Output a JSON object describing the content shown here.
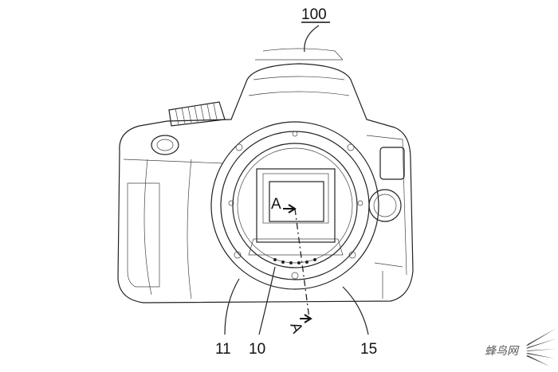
{
  "figure": {
    "reference_numeral": "100",
    "labels": [
      "11",
      "10",
      "15"
    ],
    "section_marks": [
      "A",
      "A"
    ],
    "watermark": "蜂鸟网"
  }
}
